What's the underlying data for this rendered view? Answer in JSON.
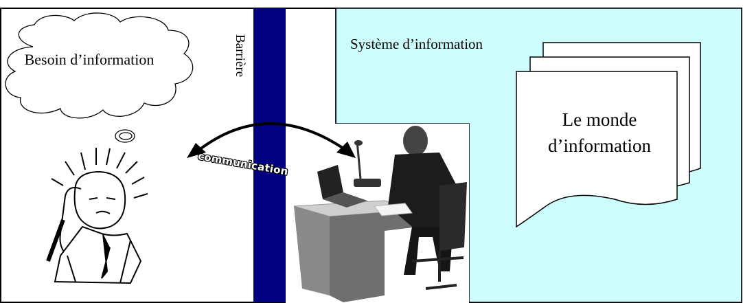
{
  "diagram": {
    "need_label": "Besoin d’information",
    "barrier_label": "Barrière",
    "system_label": "Système d’information",
    "world_label": "Le monde d’information",
    "communication_label": "communication"
  },
  "colors": {
    "system_background": "#ccfcfc",
    "barrier_fill": "#000080",
    "border": "#000000"
  }
}
